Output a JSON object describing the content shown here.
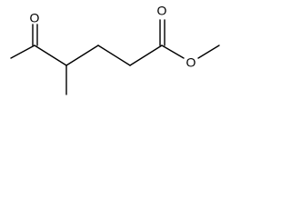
{
  "molecule": {
    "atoms": {
      "ketone_oxygen": "O",
      "ester_carbonyl_oxygen": "O",
      "ester_ether_oxygen": "O"
    }
  },
  "colors": {
    "line": "#000000",
    "background": "#ffffff"
  }
}
